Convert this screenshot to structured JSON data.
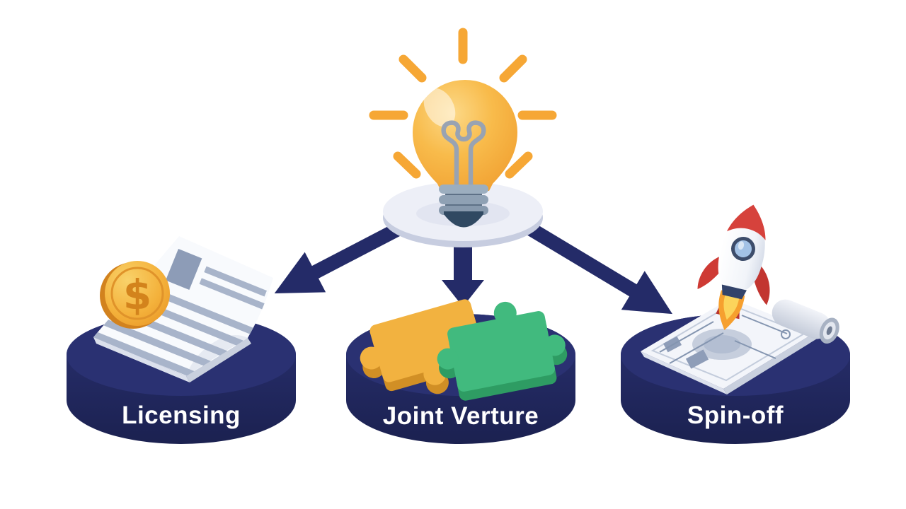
{
  "diagram": {
    "center": {
      "icon": "lightbulb-idea-icon"
    },
    "platform": {
      "icon": "platform-disc"
    },
    "branches": [
      {
        "label": "Licensing",
        "icon": "coin-document-icon"
      },
      {
        "label": "Joint Verture",
        "icon": "puzzle-pieces-icon"
      },
      {
        "label": "Spin-off",
        "icon": "rocket-blueprint-icon"
      }
    ],
    "coin_symbol": "$",
    "colors": {
      "background": "#ffffff",
      "navy": "#232a66",
      "ray_orange": "#f6a735",
      "bulb_yellow": "#f8b845",
      "platform_light": "#edeff7",
      "coin_gold": "#f2ab33",
      "puzzle_yellow": "#f2b240",
      "puzzle_green": "#41ba7e",
      "rocket_red": "#d23b35",
      "flame_orange": "#f6a02f",
      "label_text": "#ffffff"
    }
  }
}
